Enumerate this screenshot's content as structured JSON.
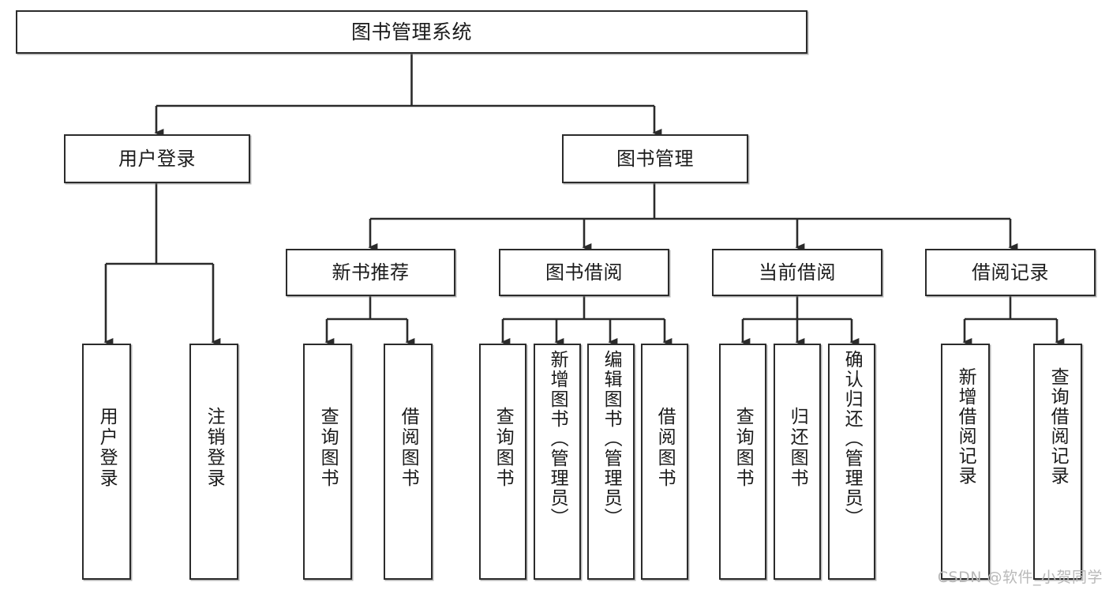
{
  "diagram": {
    "title": "图书管理系统",
    "type": "tree-structure-chart",
    "watermark": "CSDN @软件_小贺同学",
    "colors": {
      "box_border": "#2b2b2b",
      "box_fill": "#ffffff",
      "connector": "#2b2b2b",
      "text": "#1b1b1b",
      "watermark": "#b9b9b9"
    },
    "levels": {
      "root": {
        "label": "图书管理系统"
      },
      "level2": [
        {
          "id": "user-login",
          "label": "用户登录"
        },
        {
          "id": "book-manage",
          "label": "图书管理"
        }
      ],
      "level3": [
        {
          "id": "new-book-recommend",
          "label": "新书推荐",
          "parent": "book-manage"
        },
        {
          "id": "book-borrow",
          "label": "图书借阅",
          "parent": "book-manage"
        },
        {
          "id": "current-borrow",
          "label": "当前借阅",
          "parent": "book-manage"
        },
        {
          "id": "borrow-record",
          "label": "借阅记录",
          "parent": "book-manage"
        }
      ],
      "leaves": [
        {
          "id": "leaf-user-login",
          "label": "用户登录",
          "parent": "user-login"
        },
        {
          "id": "leaf-user-logout",
          "label": "注销登录",
          "parent": "user-login"
        },
        {
          "id": "leaf-query-book-1",
          "label": "查询图书",
          "parent": "new-book-recommend"
        },
        {
          "id": "leaf-borrow-book-1",
          "label": "借阅图书",
          "parent": "new-book-recommend"
        },
        {
          "id": "leaf-query-book-2",
          "label": "查询图书",
          "parent": "book-borrow"
        },
        {
          "id": "leaf-add-book",
          "label": "新增图书（管理员）",
          "parent": "book-borrow"
        },
        {
          "id": "leaf-edit-book",
          "label": "编辑图书（管理员）",
          "parent": "book-borrow"
        },
        {
          "id": "leaf-borrow-book-2",
          "label": "借阅图书",
          "parent": "book-borrow"
        },
        {
          "id": "leaf-query-book-3",
          "label": "查询图书",
          "parent": "current-borrow"
        },
        {
          "id": "leaf-return-book",
          "label": "归还图书",
          "parent": "current-borrow"
        },
        {
          "id": "leaf-confirm-return",
          "label": "确认归还（管理员）",
          "parent": "current-borrow"
        },
        {
          "id": "leaf-add-record",
          "label": "新增借阅记录",
          "parent": "borrow-record"
        },
        {
          "id": "leaf-query-record",
          "label": "查询借阅记录",
          "parent": "borrow-record"
        }
      ]
    }
  }
}
